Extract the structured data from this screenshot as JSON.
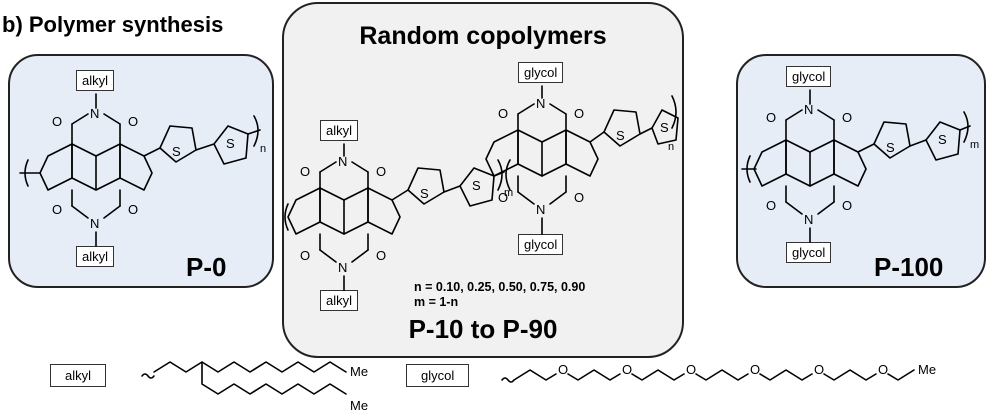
{
  "header": {
    "title": "b) Polymer synthesis"
  },
  "colors": {
    "panel_blue": "#e6edf7",
    "panel_grey": "#f1f1f1"
  },
  "panels": {
    "left": {
      "code": "P-0",
      "top_substituent": "alkyl",
      "bottom_substituent": "alkyl",
      "repeat_subscript": "n"
    },
    "middle": {
      "title": "Random copolymers",
      "alkyl_unit": {
        "top_substituent": "alkyl",
        "bottom_substituent": "alkyl",
        "repeat_subscript": "m"
      },
      "glycol_unit": {
        "top_substituent": "glycol",
        "bottom_substituent": "glycol",
        "repeat_subscript": "n"
      },
      "formula_line1": "n = 0.10, 0.25, 0.50, 0.75, 0.90",
      "formula_line2": "m = 1-n",
      "code": "P-10 to P-90"
    },
    "right": {
      "code": "P-100",
      "top_substituent": "glycol",
      "bottom_substituent": "glycol",
      "repeat_subscript": "m"
    }
  },
  "side_chains": {
    "alkyl": {
      "label": "alkyl",
      "terminal_1": "Me",
      "terminal_2": "Me"
    },
    "glycol": {
      "label": "glycol",
      "terminal": "Me",
      "heteroatom": "O"
    }
  },
  "atom_labels": {
    "oxygen": "O",
    "nitrogen": "N",
    "sulfur": "S"
  }
}
